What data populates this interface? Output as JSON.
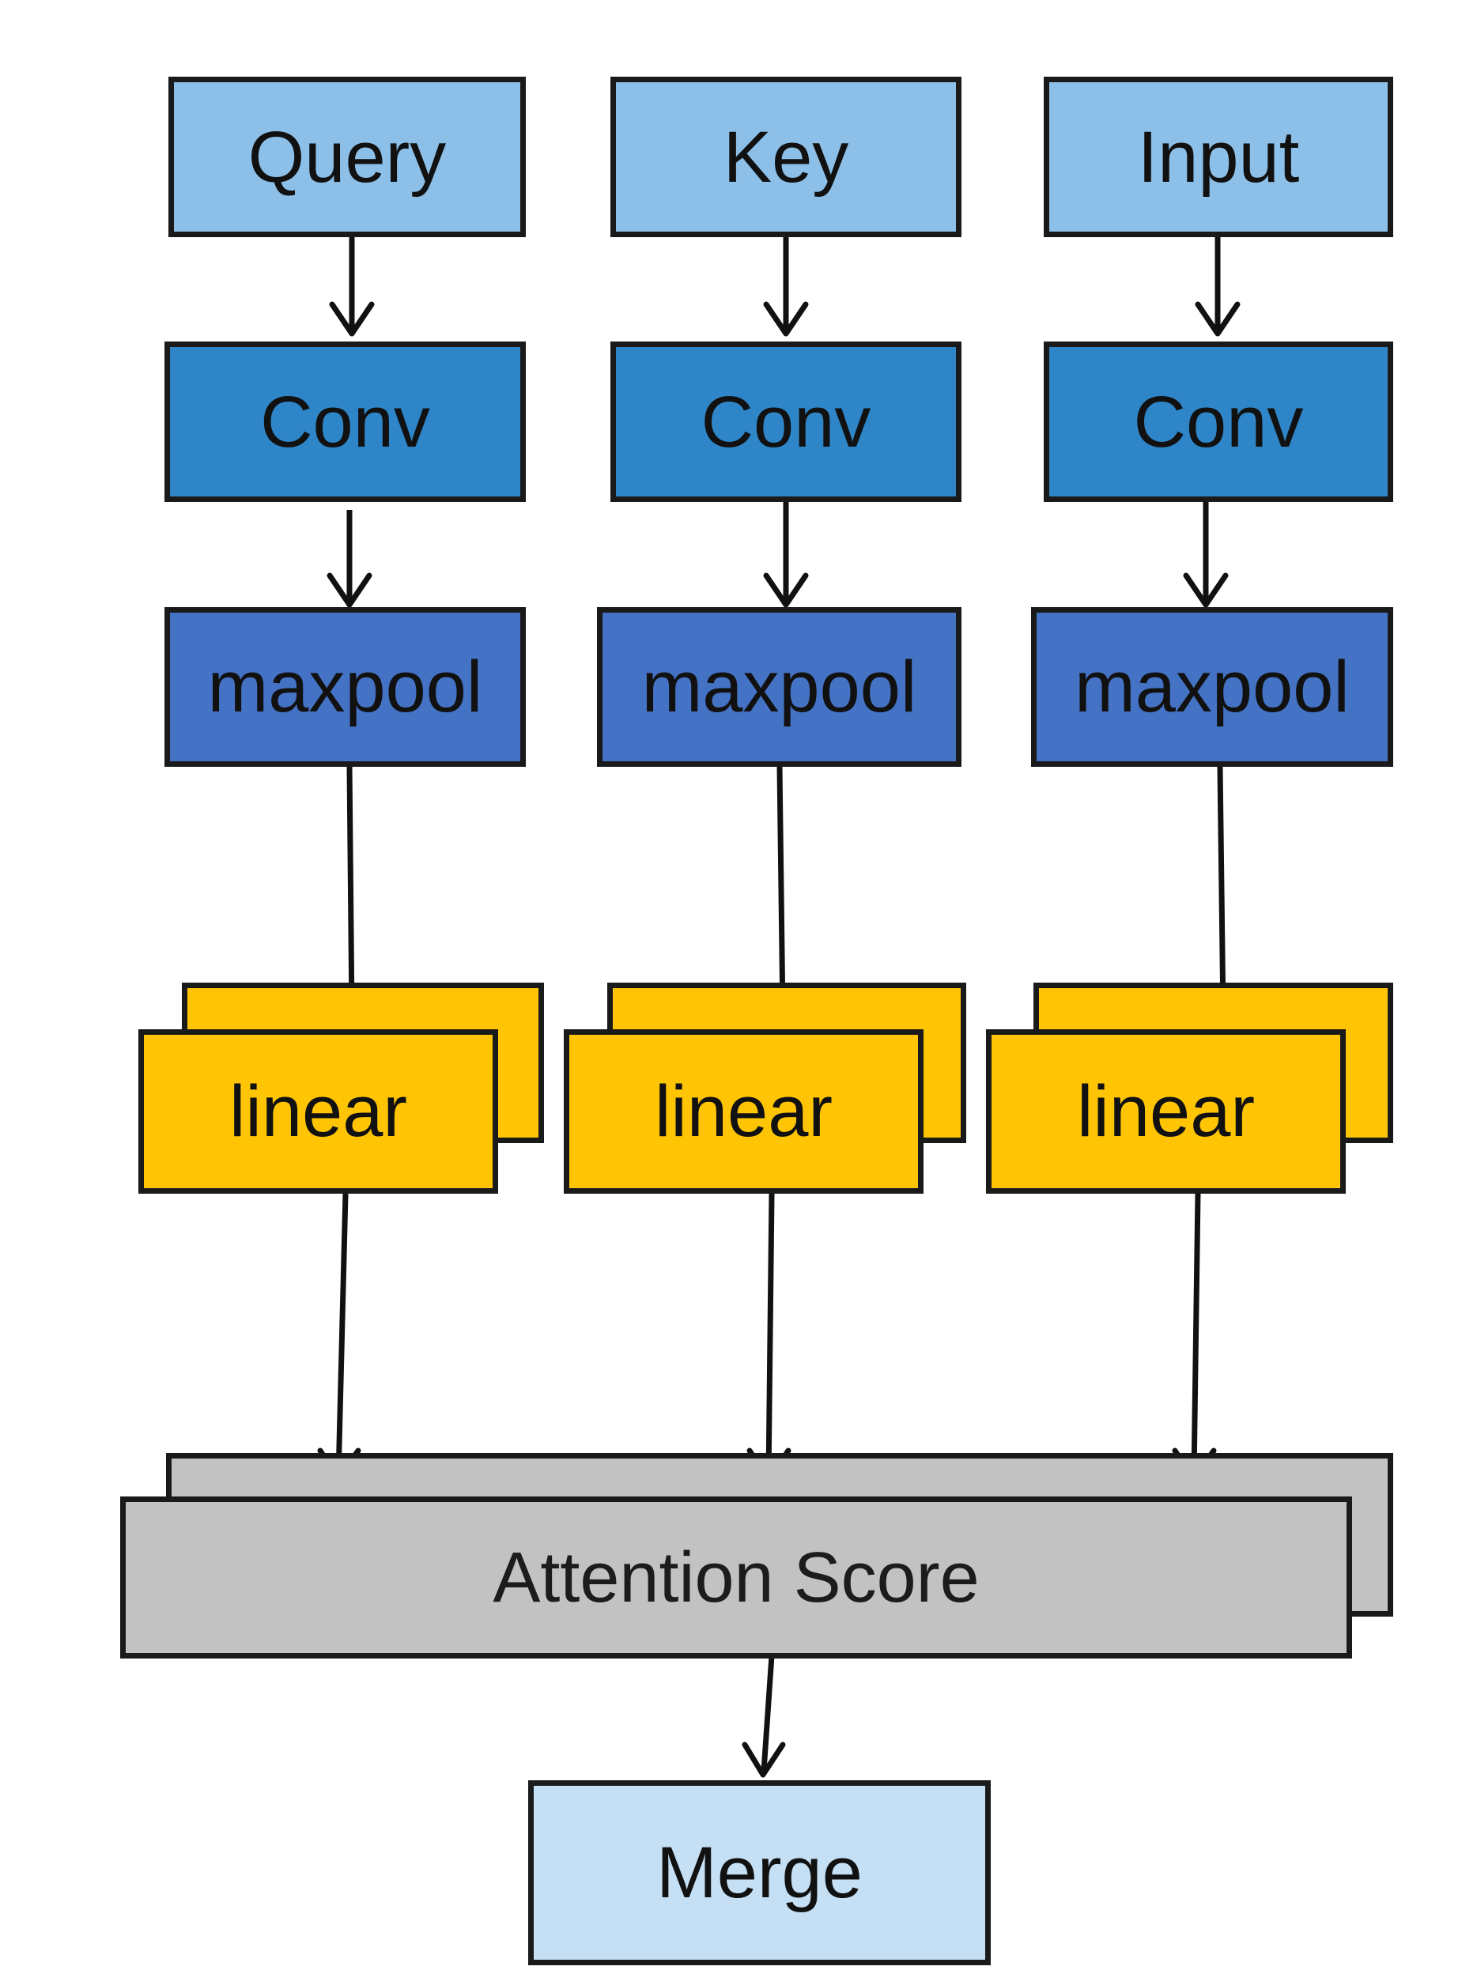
{
  "diagram": {
    "columns": [
      {
        "input_label": "Query",
        "conv_label": "Conv",
        "pool_label": "maxpool",
        "linear_label": "linear"
      },
      {
        "input_label": "Key",
        "conv_label": "Conv",
        "pool_label": "maxpool",
        "linear_label": "linear"
      },
      {
        "input_label": "Input",
        "conv_label": "Conv",
        "pool_label": "maxpool",
        "linear_label": "linear"
      }
    ],
    "attention_label": "Attention Score",
    "merge_label": "Merge",
    "colors": {
      "input": "#8dc0e8",
      "conv": "#2e86c8",
      "maxpool": "#4472c4",
      "linear": "#ffc505",
      "attention": "#c2c2c2",
      "merge": "#c5dff5",
      "stroke": "#1a1a1a"
    }
  }
}
